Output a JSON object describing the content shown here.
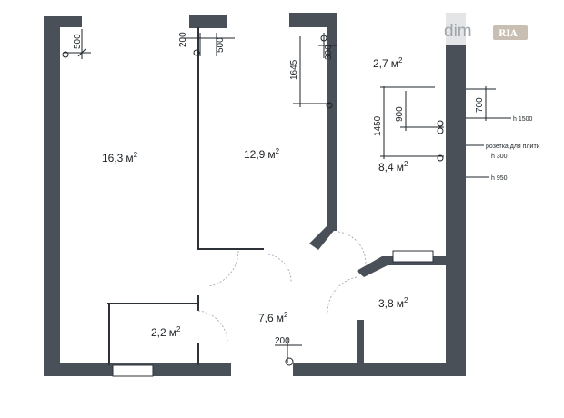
{
  "rooms": [
    {
      "id": "room-large-left",
      "area": "16,3",
      "unit": "м"
    },
    {
      "id": "room-middle",
      "area": "12,9",
      "unit": "м"
    },
    {
      "id": "room-top-right",
      "area": "2,7",
      "unit": "м"
    },
    {
      "id": "room-kitchen",
      "area": "8,4",
      "unit": "м"
    },
    {
      "id": "room-bottom-left",
      "area": "2,2",
      "unit": "м"
    },
    {
      "id": "room-hall",
      "area": "7,6",
      "unit": "м"
    },
    {
      "id": "room-bathroom",
      "area": "3,8",
      "unit": "м"
    }
  ],
  "area_superscript": "2",
  "dimensions": {
    "d500_left": "500",
    "d200_top": "200",
    "d500_top": "500",
    "d1645": "1645",
    "d300": "300",
    "d700": "700",
    "d900": "900",
    "d1450": "1450",
    "d200_bottom": "200"
  },
  "annotations": {
    "h1500": "h 1500",
    "socket_note": "розетка для плити",
    "h300": "h 300",
    "h950": "h 950"
  },
  "watermark": {
    "text": "dim",
    "badge": "RIA",
    "badge_color": "#c8bfb2"
  },
  "colors": {
    "wall": "#4a5058",
    "line": "#2c3238"
  }
}
